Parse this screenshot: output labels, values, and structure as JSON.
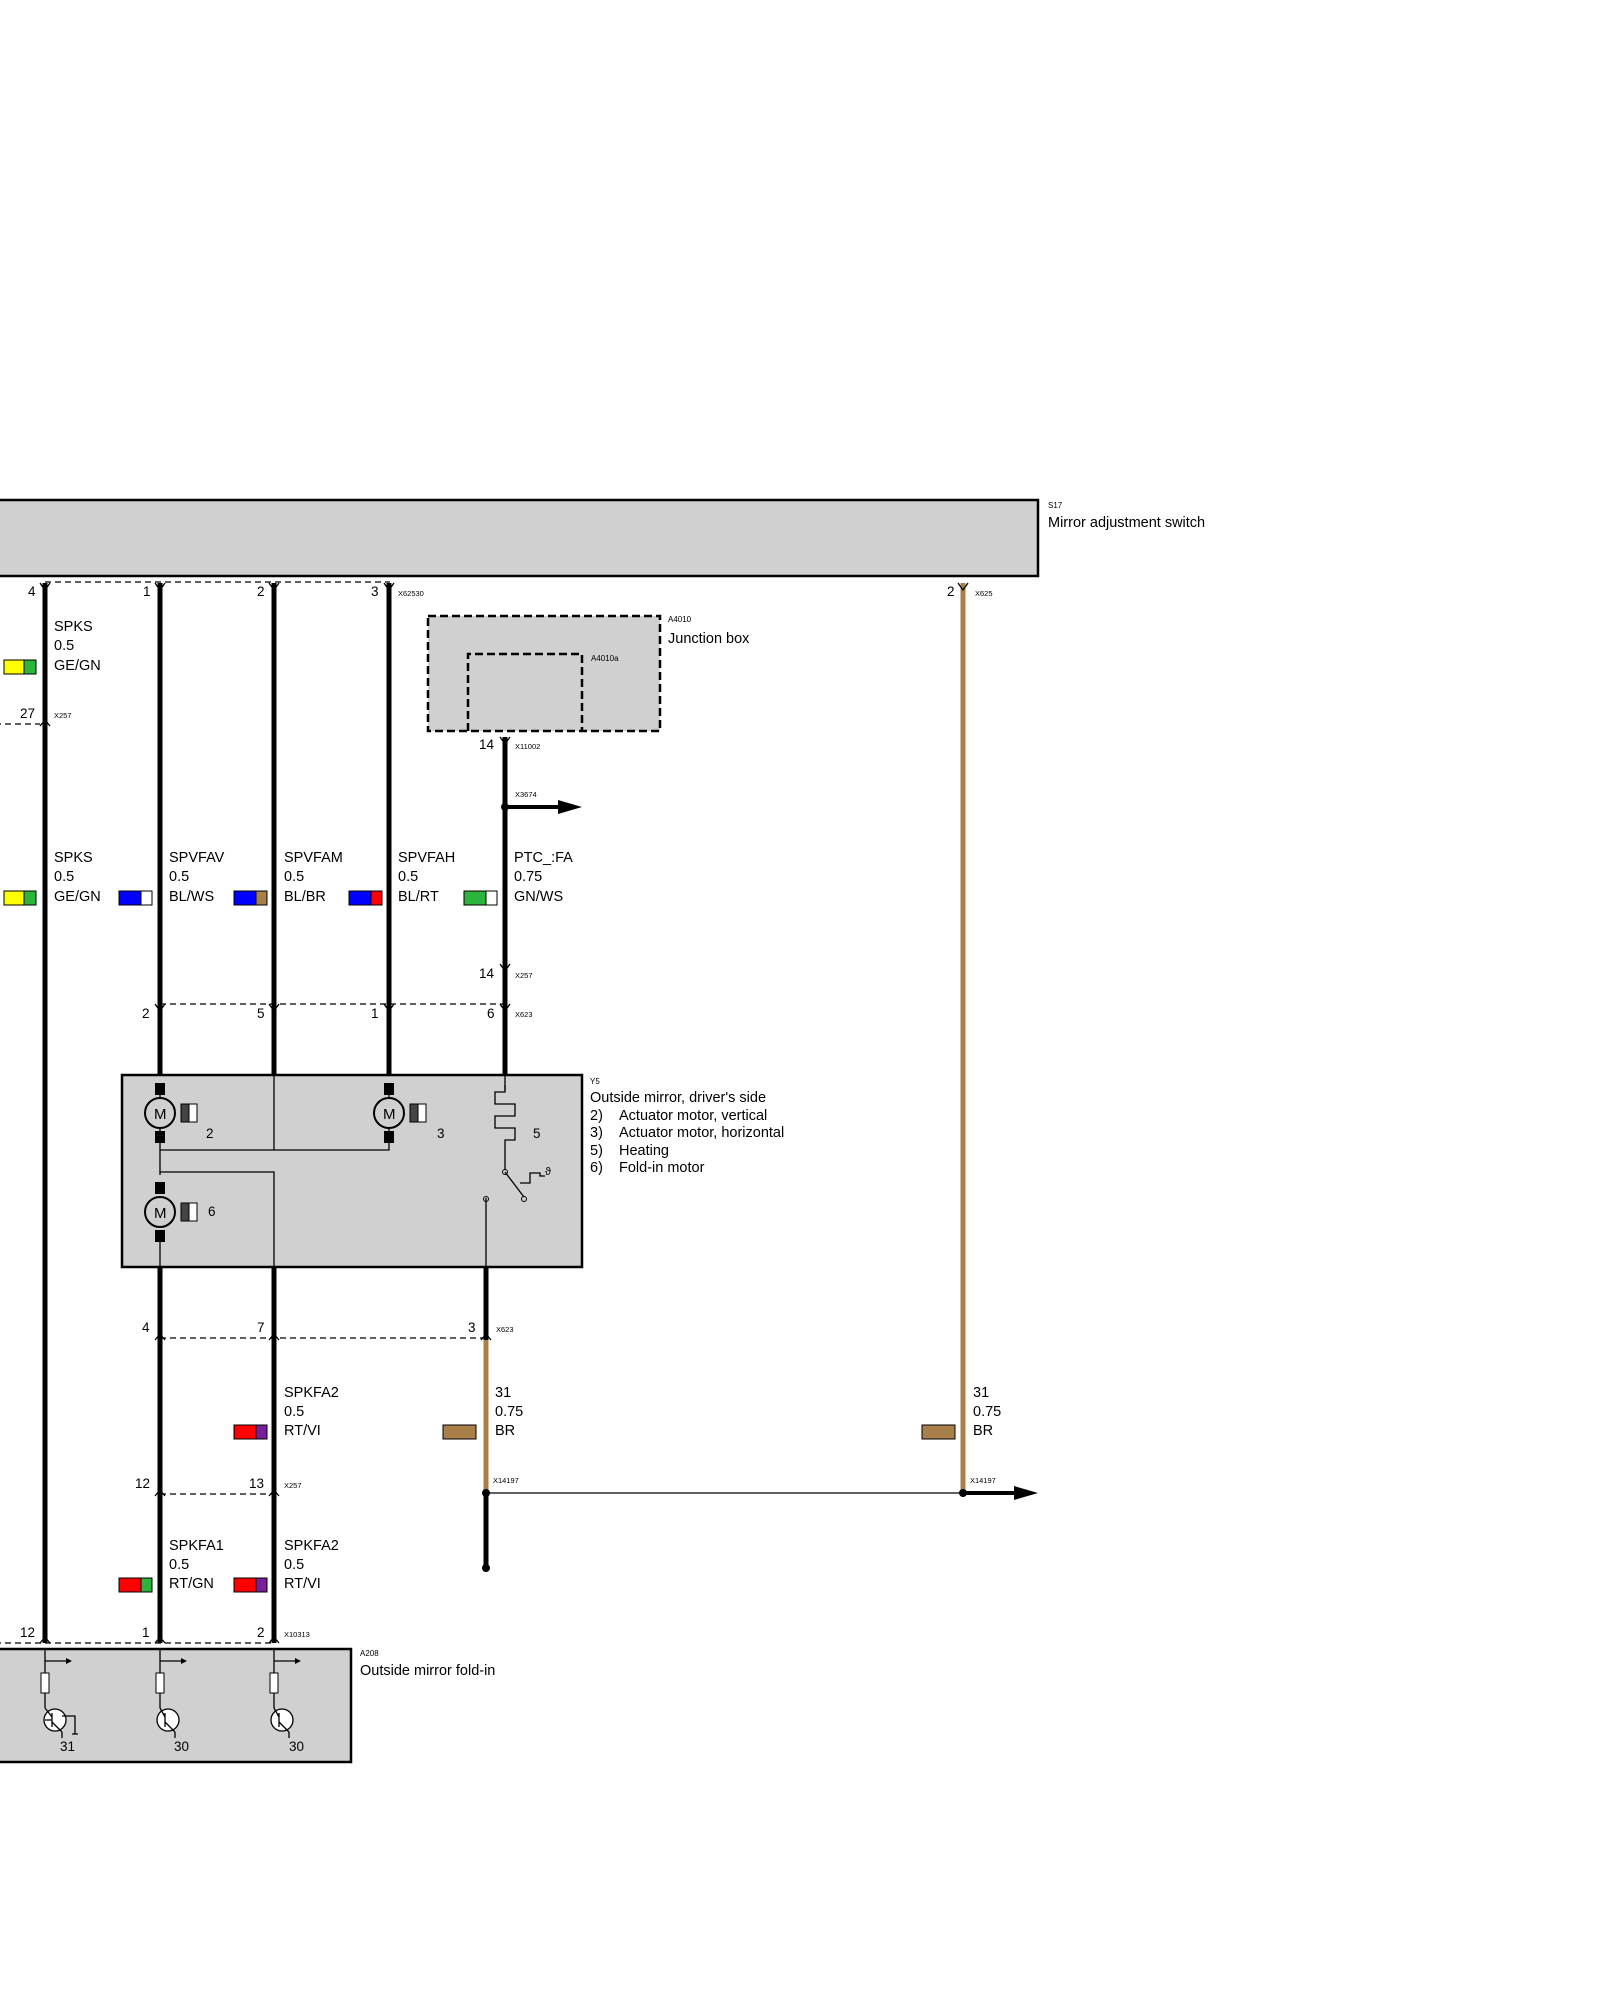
{
  "components": {
    "s17": {
      "code": "S17",
      "name": "Mirror adjustment switch",
      "connector_main": "X62530",
      "connector_right": "X625"
    },
    "a4010": {
      "code": "A4010",
      "name": "Junction box",
      "sub_code": "A4010a",
      "connector": "X11002"
    },
    "y5": {
      "code": "Y5",
      "name": "Outside mirror, driver's side",
      "legend": [
        {
          "num": "2)",
          "text": "Actuator motor, vertical"
        },
        {
          "num": "3)",
          "text": "Actuator motor, horizontal"
        },
        {
          "num": "5)",
          "text": "Heating"
        },
        {
          "num": "6)",
          "text": "Fold-in motor"
        }
      ],
      "internal_labels": {
        "motor_v": "2",
        "motor_h": "3",
        "heating": "5",
        "foldin": "6"
      },
      "connector": "X623"
    },
    "a208": {
      "code": "A208",
      "name": "Outside mirror fold-in",
      "connector": "X10313",
      "terminals": [
        "31",
        "30",
        "30"
      ]
    }
  },
  "connectors": {
    "x257": "X257",
    "x3674": "X3674",
    "x623": "X623",
    "x14197": "X14197"
  },
  "pins": {
    "s17_a": "4",
    "s17_b": "1",
    "s17_c": "2",
    "s17_d": "3",
    "s17_e": "2",
    "x257_a": "27",
    "jb": "14",
    "x257_ptc": "14",
    "x623_top": [
      "2",
      "5",
      "1",
      "6"
    ],
    "x623_bot": [
      "4",
      "7",
      "3"
    ],
    "x257_b": [
      "12",
      "13"
    ],
    "a208": [
      "12",
      "1",
      "2"
    ]
  },
  "wires": [
    {
      "id": "spks_top",
      "signal": "SPKS",
      "size": "0.5",
      "color": "GE/GN",
      "c1": "#ffff00",
      "c2": "#2db43c"
    },
    {
      "id": "spks",
      "signal": "SPKS",
      "size": "0.5",
      "color": "GE/GN",
      "c1": "#ffff00",
      "c2": "#2db43c"
    },
    {
      "id": "spvfav",
      "signal": "SPVFAV",
      "size": "0.5",
      "color": "BL/WS",
      "c1": "#0000ff",
      "c2": "#ffffff"
    },
    {
      "id": "spvfam",
      "signal": "SPVFAM",
      "size": "0.5",
      "color": "BL/BR",
      "c1": "#0000ff",
      "c2": "#a87f48"
    },
    {
      "id": "spvfah",
      "signal": "SPVFAH",
      "size": "0.5",
      "color": "BL/RT",
      "c1": "#0000ff",
      "c2": "#ff0000"
    },
    {
      "id": "ptc",
      "signal": "PTC_:FA",
      "size": "0.75",
      "color": "GN/WS",
      "c1": "#2db43c",
      "c2": "#ffffff"
    },
    {
      "id": "spkfa2_top",
      "signal": "SPKFA2",
      "size": "0.5",
      "color": "RT/VI",
      "c1": "#ff0000",
      "c2": "#7a1f9a"
    },
    {
      "id": "gnd_mid",
      "signal": "31",
      "size": "0.75",
      "color": "BR",
      "c1": "#a87f48",
      "c2": "#a87f48"
    },
    {
      "id": "gnd_right",
      "signal": "31",
      "size": "0.75",
      "color": "BR",
      "c1": "#a87f48",
      "c2": "#a87f48"
    },
    {
      "id": "spkfa1",
      "signal": "SPKFA1",
      "size": "0.5",
      "color": "RT/GN",
      "c1": "#ff0000",
      "c2": "#2db43c"
    },
    {
      "id": "spkfa2_bot",
      "signal": "SPKFA2",
      "size": "0.5",
      "color": "RT/VI",
      "c1": "#ff0000",
      "c2": "#7a1f9a"
    }
  ]
}
